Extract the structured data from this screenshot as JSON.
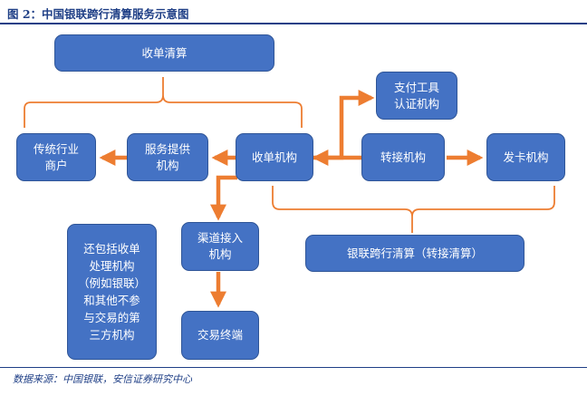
{
  "figure": {
    "title": "图 2：中国银联跨行清算服务示意图",
    "source": "数据来源：中国银联，安信证券研究中心"
  },
  "nodes": {
    "acquiring_clearing": "收单清算",
    "traditional_merchant": "传统行业\n商户",
    "service_provider": "服务提供\n机构",
    "acquirer": "收单机构",
    "payment_tool_certification": "支付工具\n认证机构",
    "switching_institution": "转接机构",
    "issuer": "发卡机构",
    "channel_access": "渠道接入\n机构",
    "transaction_terminal": "交易终端",
    "other_institutions_note": "还包括收单\n处理机构\n（例如银联）\n和其他不参\n与交易的第\n三方机构",
    "unionpay_interbank_clearing": "银联跨行清算（转接清算）"
  },
  "colors": {
    "box_fill": "#4472c4",
    "box_border": "#2f5597",
    "arrow": "#ed7d31",
    "title": "#1f3f86"
  }
}
